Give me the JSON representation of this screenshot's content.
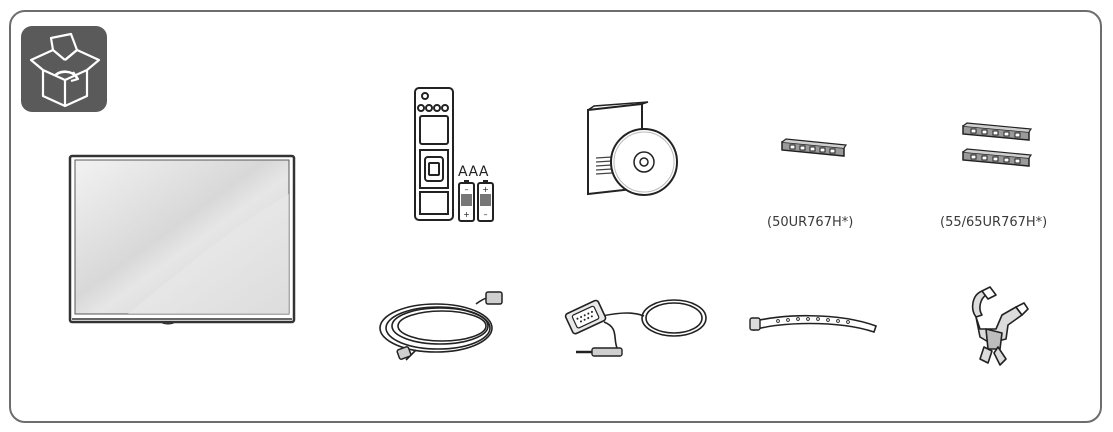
{
  "battery_label": "AAA",
  "captions": {
    "model_small": "(50UR767H*)",
    "model_large": "(55/65UR767H*)"
  },
  "icons": {
    "box": "unboxing-icon",
    "tv": "tv-monitor",
    "remote": "remote-control",
    "batteries": "aaa-batteries",
    "manual": "manual-and-cd",
    "bracket": "holder-bracket",
    "power_cord": "power-cord",
    "rs232": "rs232c-gender-cable",
    "cable_tie": "cable-tie",
    "cable_holder": "cable-holder"
  },
  "colors": {
    "badge": "#5a5a5a",
    "frame": "#6d6d6d",
    "line": "#222222"
  }
}
